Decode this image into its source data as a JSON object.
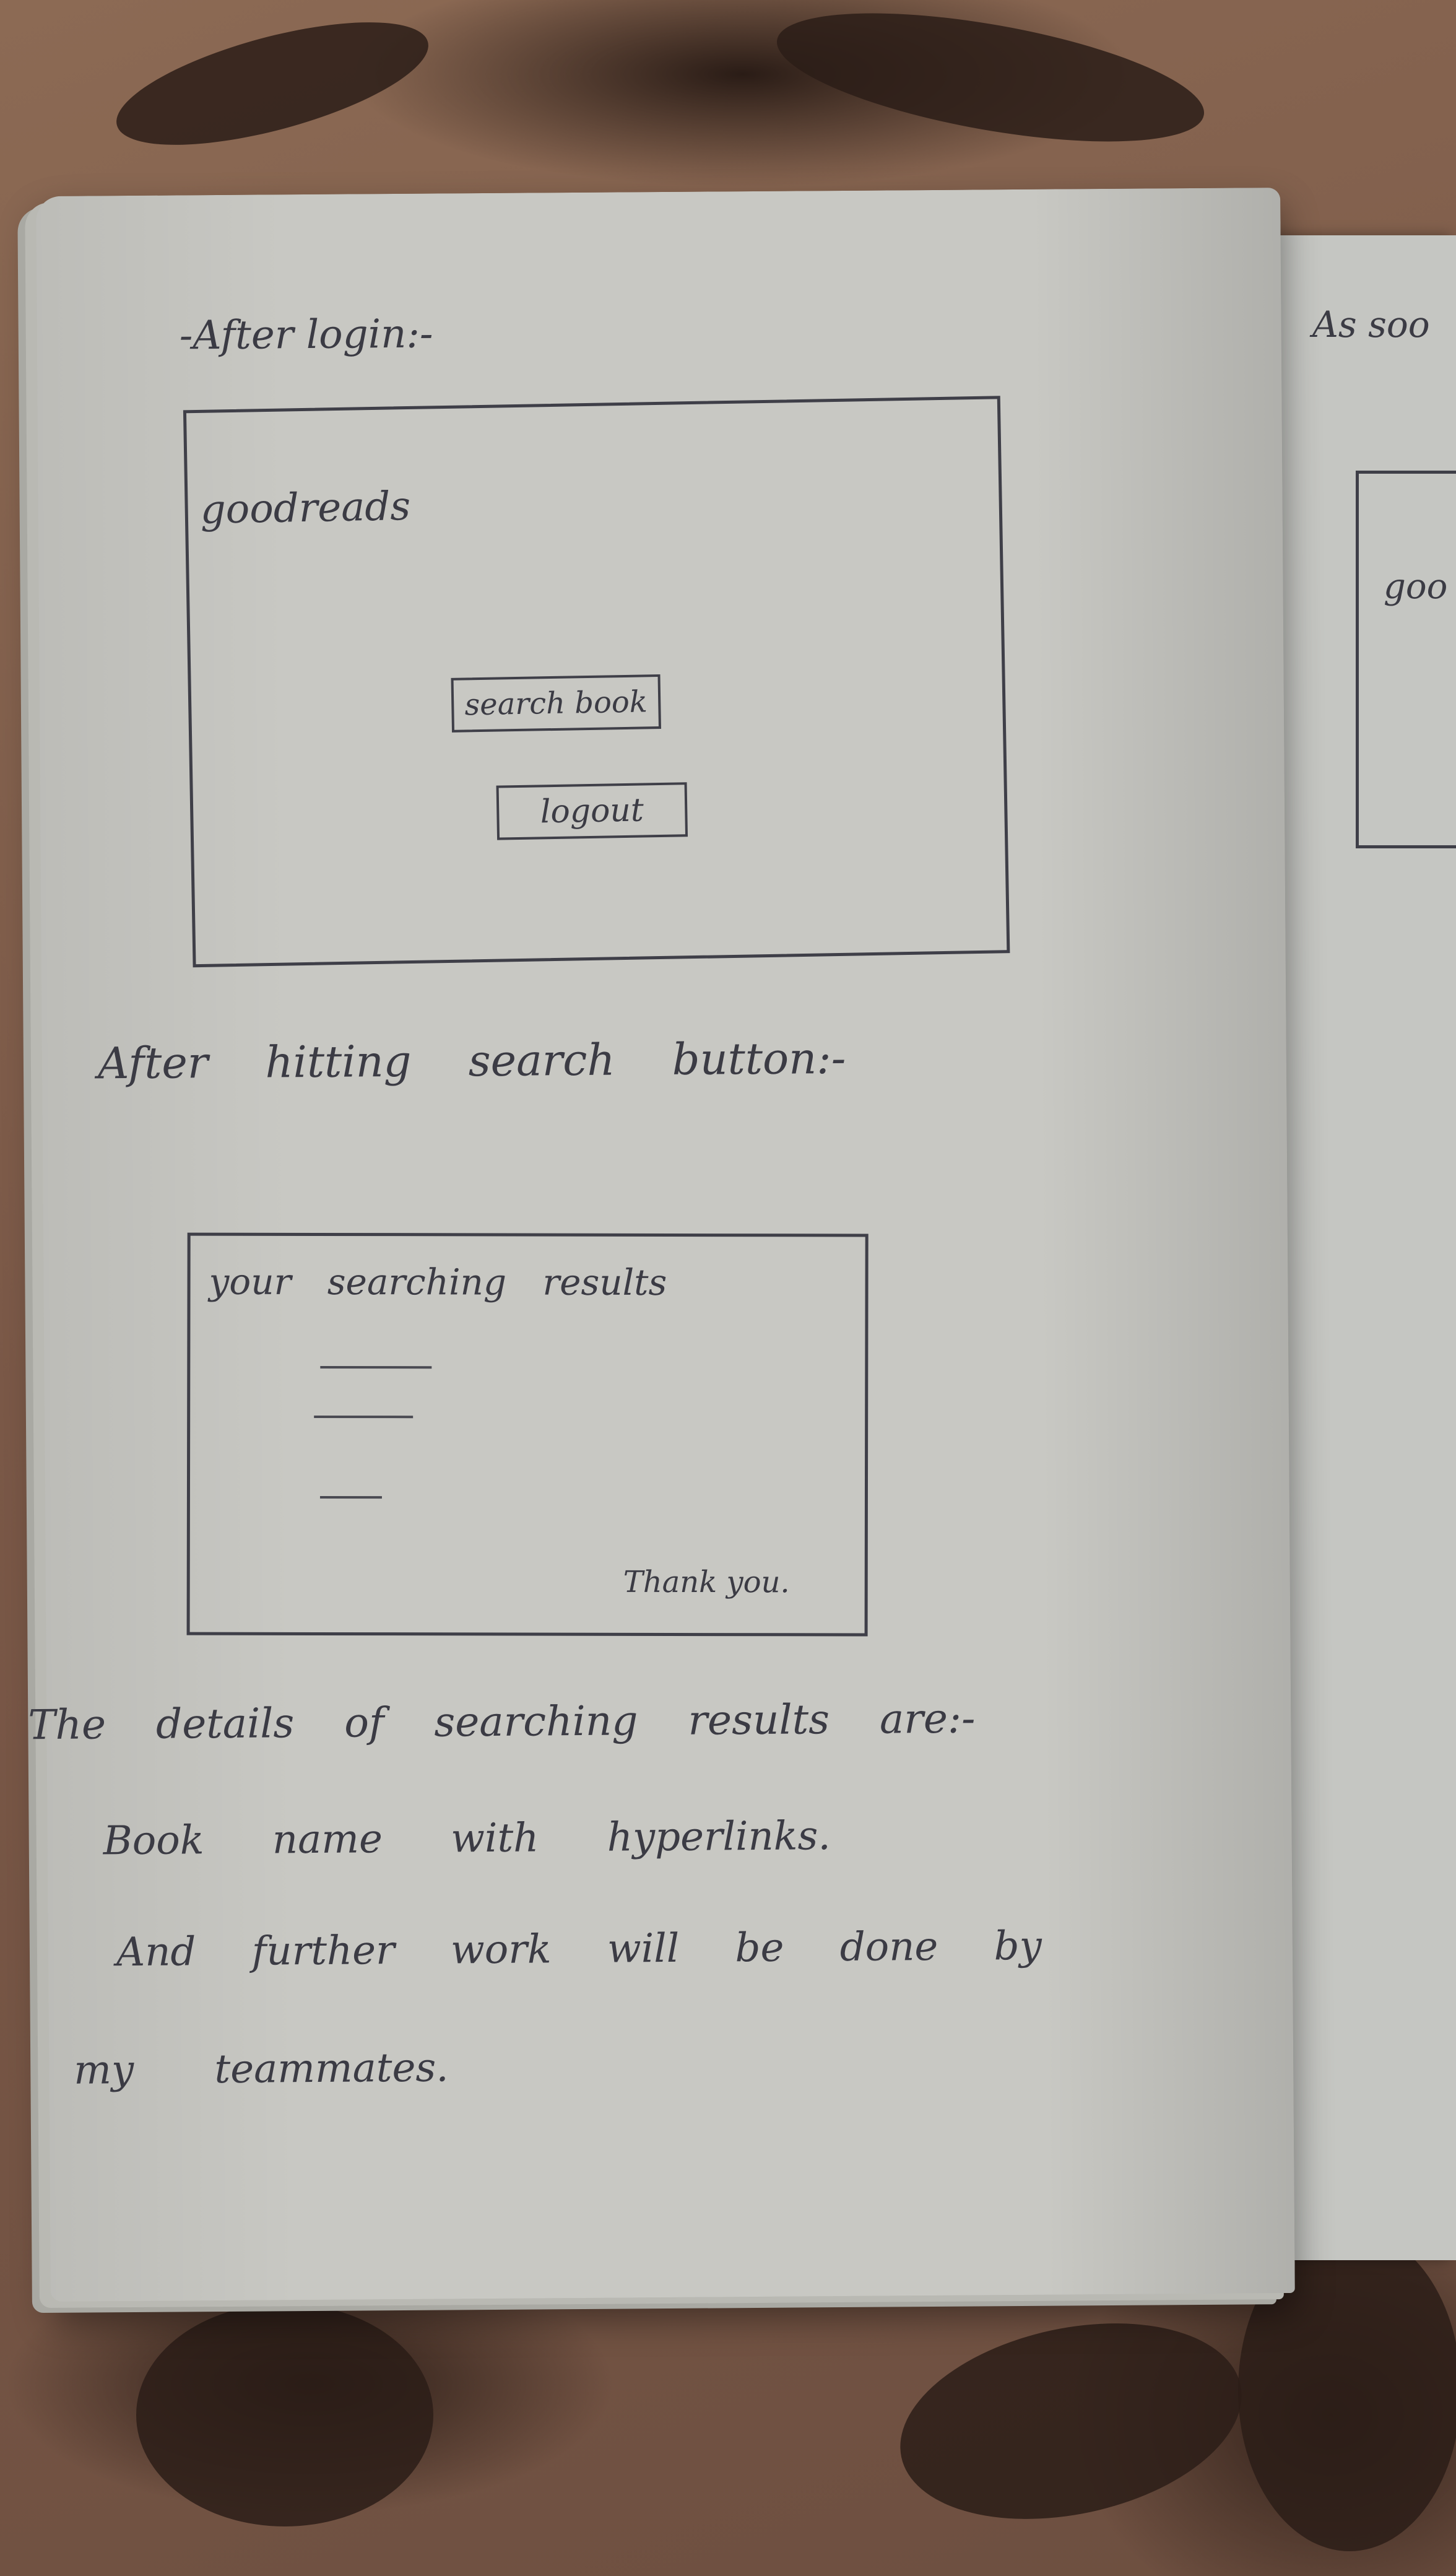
{
  "notebook": {
    "left_page": {
      "heading_after_login": "-After login:-",
      "login_mockup": {
        "brand": "goodreads",
        "search_button": "search book",
        "logout_button": "logout"
      },
      "heading_after_search": "After hitting search button:-",
      "results_mockup": {
        "title": "your searching results",
        "closing": "Thank you."
      },
      "details_line": "The details of searching results are:-",
      "detail_item": "Book name with hyperlinks.",
      "further_line_1": "And further work will be done by",
      "further_line_2": "my teammates."
    },
    "right_page": {
      "heading_fragment": "As soo",
      "brand_fragment": "goo"
    }
  }
}
